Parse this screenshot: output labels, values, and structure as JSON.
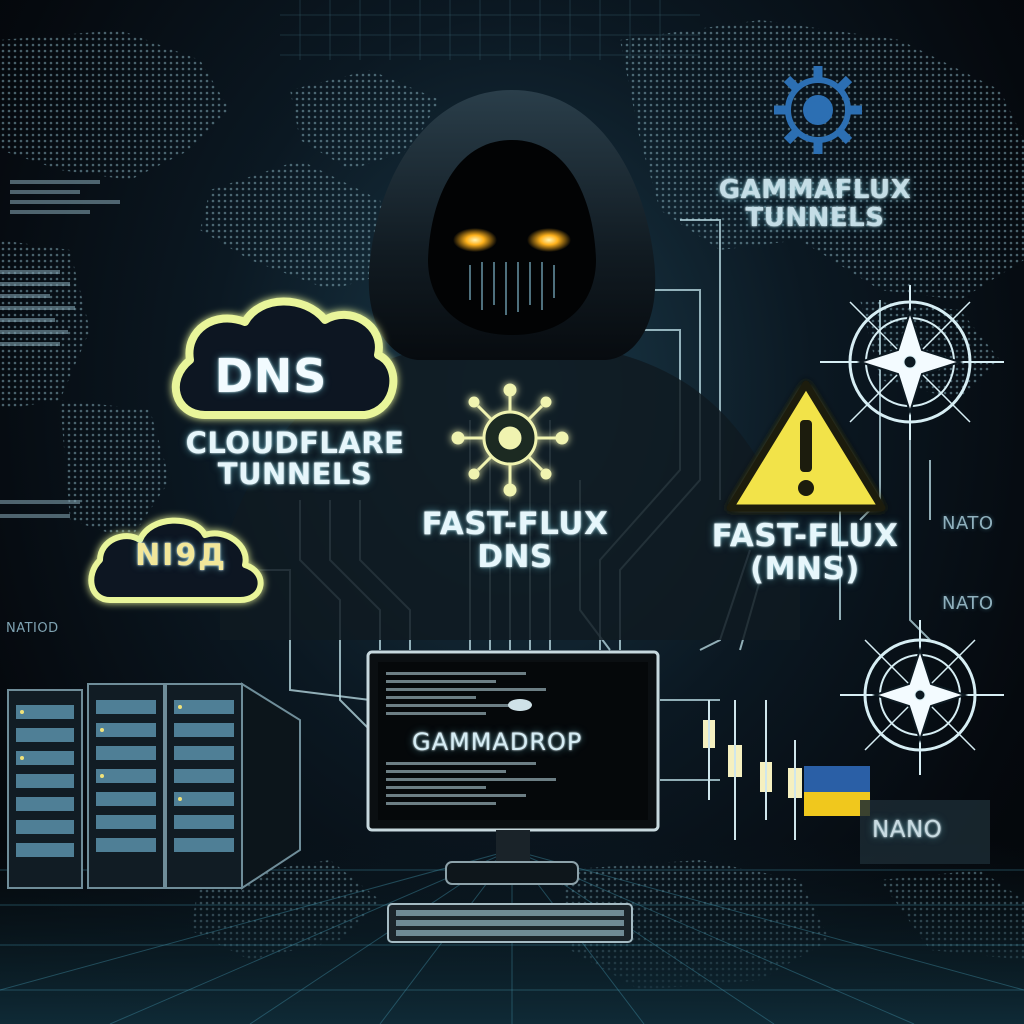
{
  "labels": {
    "dns_cloud": "DNS",
    "cloudflare_line1": "CLOUDFLARE",
    "cloudflare_line2": "TUNNELS",
    "small_cloud": "NI9Д",
    "fastflux_dns_line1": "FAST-FLUX",
    "fastflux_dns_line2": "DNS",
    "fastflux_mns_line1": "FAST-FLUX",
    "fastflux_mns_line2": "(MNS)",
    "gammaflux_line1": "GAMMAFLUX",
    "gammaflux_line2": "TUNNELS",
    "gammadrop": "GAMMADROP",
    "nato_1": "NATO",
    "nato_2": "NATO",
    "nano": "NANO",
    "side_text": "NATIOD"
  },
  "icons": {
    "hacker": "hooded-figure-icon",
    "cloud_dns": "cloud-icon",
    "cloud_small": "cloud-icon",
    "virus": "virus-icon",
    "warning": "warning-triangle-icon",
    "gear": "gear-icon",
    "compass_1": "compass-star-icon",
    "compass_2": "compass-star-icon",
    "monitor": "monitor-icon",
    "keyboard": "keyboard-icon",
    "server_rack": "server-rack-icon",
    "flag": "flag-icon"
  },
  "colors": {
    "glow": "#e9f59a",
    "warning_fill": "#f2e34a",
    "eyes": "#ffb21c",
    "accent_blue": "#2c6fb3",
    "circuit": "#bfe2ea",
    "flag_blue": "#2a5fa6",
    "flag_yellow": "#f0c81d"
  }
}
